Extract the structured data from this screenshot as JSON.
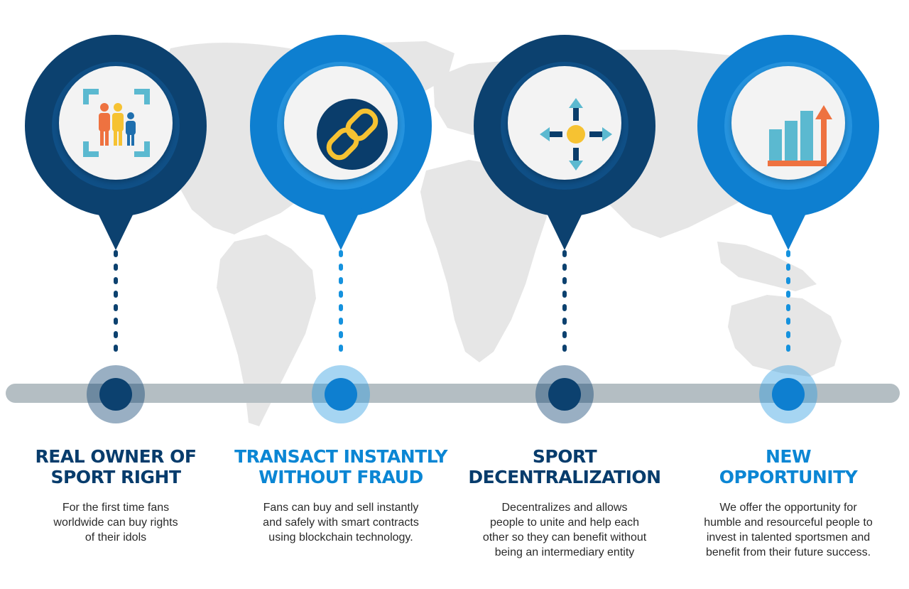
{
  "colors": {
    "dark_blue": "#0c416f",
    "light_blue": "#0e7fd0",
    "timeline_gray": "#b4bec3",
    "map_gray": "#e6e6e6",
    "icon_orange": "#ee7240",
    "icon_yellow": "#f6c232",
    "icon_teal": "#5bb9d0"
  },
  "milestones": [
    {
      "theme": "dark",
      "icon": "people-group-icon",
      "title_line1": "REAL OWNER OF",
      "title_line2": "SPORT RIGHT",
      "desc_line1": "For the first time fans",
      "desc_line2": "worldwide can buy rights",
      "desc_line3": "of their idols",
      "desc_line4": ""
    },
    {
      "theme": "light",
      "icon": "chain-link-icon",
      "title_line1": "TRANSACT INSTANTLY",
      "title_line2": "WITHOUT FRAUD",
      "desc_line1": "Fans can buy and sell instantly",
      "desc_line2": "and safely with smart contracts",
      "desc_line3": "using blockchain technology.",
      "desc_line4": ""
    },
    {
      "theme": "dark",
      "icon": "decentralize-arrows-icon",
      "title_line1": "SPORT",
      "title_line2": "DECENTRALIZATION",
      "desc_line1": "Decentralizes and allows",
      "desc_line2": "people to unite and help each",
      "desc_line3": "other so they can benefit without",
      "desc_line4": "being an intermediary entity"
    },
    {
      "theme": "light",
      "icon": "growth-chart-icon",
      "title_line1": "NEW",
      "title_line2": "OPPORTUNITY",
      "desc_line1": "We offer the opportunity for",
      "desc_line2": "humble and resourceful people to",
      "desc_line3": "invest in talented sportsmen and",
      "desc_line4": "benefit from their future success."
    }
  ]
}
